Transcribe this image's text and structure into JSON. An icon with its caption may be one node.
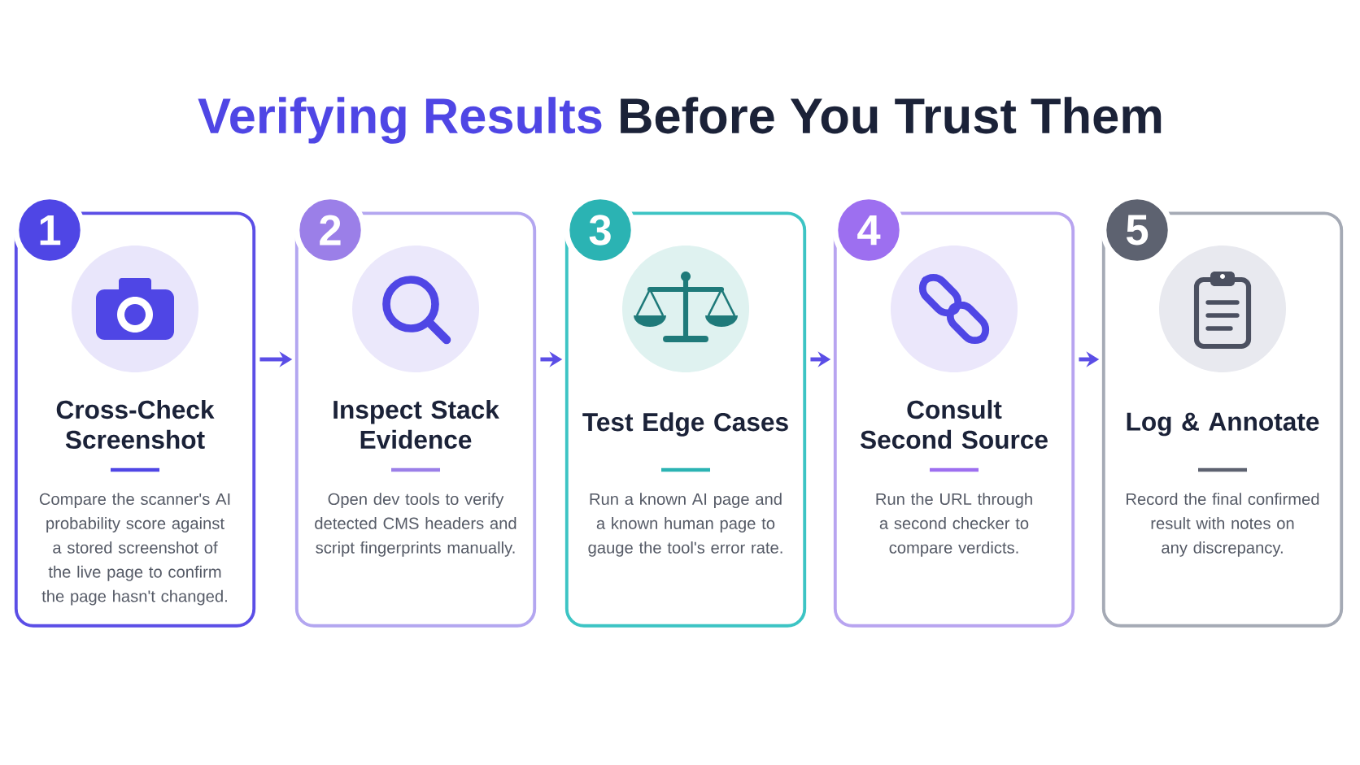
{
  "diagram": {
    "title": "**Verifying Results** Before You Trust Them",
    "nodes": [
      {
        "text": [
          "1",
          "Cross-Check Screenshot",
          "Compare the scanner's AI probability score against a stored screenshot of the live page to confirm the page hasn't changed."
        ]
      },
      {
        "text": [
          "2",
          "Inspect Stack Evidence",
          "Open dev tools to verify detected CMS headers and script fingerprints manually."
        ]
      },
      {
        "text": [
          "3",
          "Test Edge Cases",
          "Run a known AI page and a known human page to gauge the tool's error rate."
        ]
      },
      {
        "text": [
          "4",
          "Consult Second Source",
          "Run the URL through a second checker to compare verdicts."
        ]
      },
      {
        "text": [
          "5",
          "Log & Annotate",
          "Record the final confirmed result with notes on any discrepancy."
        ]
      }
    ],
    "edges": [
      {
        "from": 0,
        "to": 1,
        "arrow": "to"
      },
      {
        "from": 1,
        "to": 2,
        "arrow": "to"
      },
      {
        "from": 2,
        "to": 3,
        "arrow": "to"
      },
      {
        "from": 3,
        "to": 4,
        "arrow": "to"
      }
    ]
  }
}
